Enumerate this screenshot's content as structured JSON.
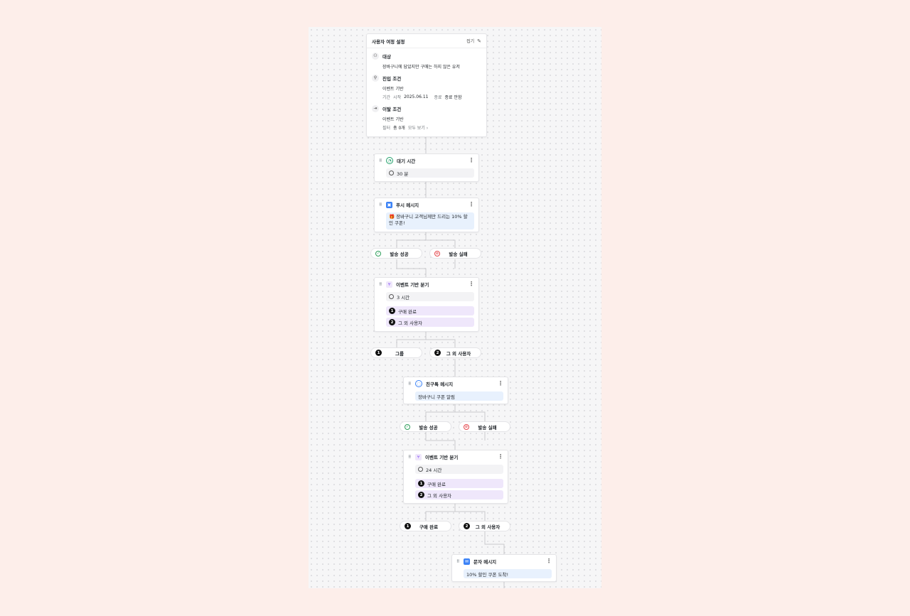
{
  "journey": {
    "title": "사용자 여정 설정",
    "collapse_label": "접기",
    "target_label": "대상",
    "target_desc": "장바구니에 담았지만 구매는 하지 않은 유저",
    "entry_label": "진입 조건",
    "entry_type": "이벤트 기반",
    "period_label": "기간",
    "start_label": "시작",
    "start_date": "2025.06.11",
    "end_label": "종료",
    "end_value": "종료 안함",
    "exit_label": "이탈 조건",
    "exit_type": "이벤트 기반",
    "filter_label": "필터",
    "filter_count": "총 0개",
    "view_all": "모두 보기"
  },
  "wait": {
    "title": "대기 시간",
    "duration": "30 분"
  },
  "push": {
    "title": "푸시 메시지",
    "message": "🎁 장바구니 고객님께만 드리는 10% 할인 쿠폰!"
  },
  "push_result": {
    "success": "발송 성공",
    "fail": "발송 실패"
  },
  "branch1": {
    "title": "이벤트 기반 분기",
    "duration": "3 시간",
    "options": [
      {
        "num": "1",
        "label": "구매 완료"
      },
      {
        "num": "2",
        "label": "그 외 사용자"
      }
    ]
  },
  "branch1_out": [
    {
      "num": "1",
      "label": "그룹"
    },
    {
      "num": "2",
      "label": "그 외 사용자"
    }
  ],
  "friendtalk": {
    "title": "친구톡 메시지",
    "message": "장바구니 쿠폰 알림"
  },
  "friend_result": {
    "success": "발송 성공",
    "fail": "발송 실패"
  },
  "branch2": {
    "title": "이벤트 기반 분기",
    "duration": "24 시간",
    "options": [
      {
        "num": "1",
        "label": "구매 완료"
      },
      {
        "num": "2",
        "label": "그 외 사용자"
      }
    ]
  },
  "branch2_out": [
    {
      "num": "1",
      "label": "구매 완료"
    },
    {
      "num": "2",
      "label": "그 외 사용자"
    }
  ],
  "sms": {
    "title": "문자 메시지",
    "message": "10% 할인 쿠폰 도착!"
  },
  "icons": {
    "target": "users-icon",
    "entry": "pin-icon",
    "exit": "exit-icon",
    "edit": "pencil-icon",
    "wait": "clock-icon",
    "push": "push-icon",
    "branch": "branch-icon",
    "friendtalk": "chat-icon",
    "sms": "sms-icon"
  },
  "colors": {
    "background": "#fdeeea",
    "success": "#2e9e5b",
    "fail": "#e5484d",
    "branch_accent": "#8b5cf6",
    "message_accent": "#3b82f6",
    "wait_accent": "#22a06b"
  }
}
